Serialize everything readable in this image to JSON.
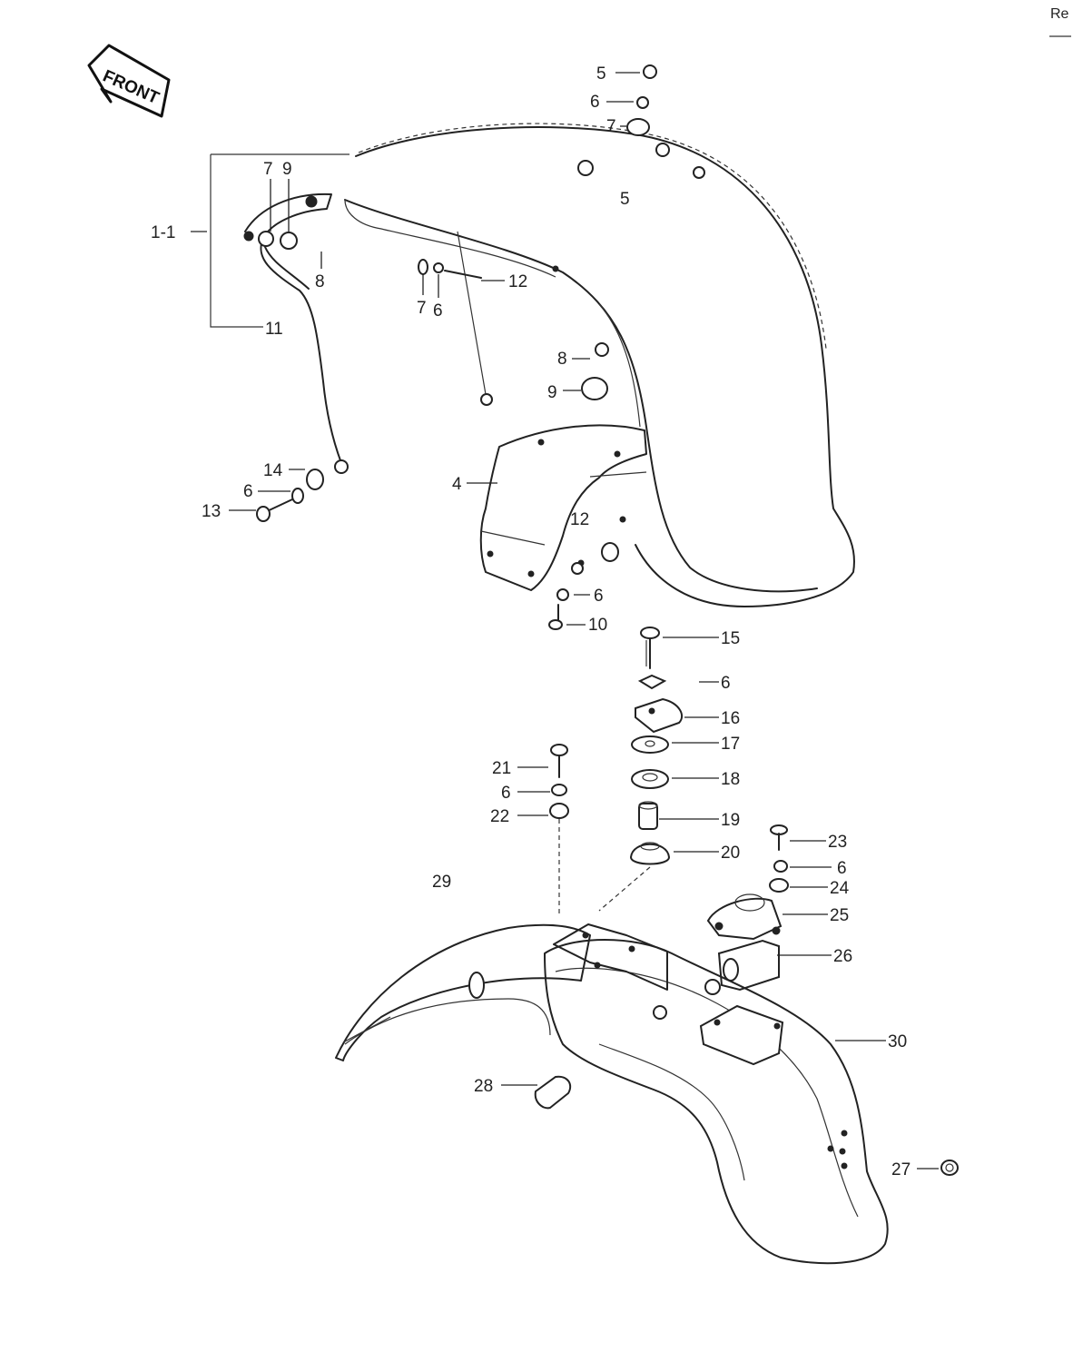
{
  "corner_text": "Re",
  "front_arrow_text": "FRONT",
  "callouts": [
    {
      "id": "c-5-top",
      "text": "5"
    },
    {
      "id": "c-6-top",
      "text": "6"
    },
    {
      "id": "c-7-top",
      "text": "7"
    },
    {
      "id": "c-5-fender",
      "text": "5"
    },
    {
      "id": "c-7-left",
      "text": "7"
    },
    {
      "id": "c-9-left",
      "text": "9"
    },
    {
      "id": "c-1-1",
      "text": "1-1"
    },
    {
      "id": "c-8-left",
      "text": "8"
    },
    {
      "id": "c-11",
      "text": "11"
    },
    {
      "id": "c-12-top",
      "text": "12"
    },
    {
      "id": "c-7-mid",
      "text": "7"
    },
    {
      "id": "c-6-mid",
      "text": "6"
    },
    {
      "id": "c-8-mid",
      "text": "8"
    },
    {
      "id": "c-9-mid",
      "text": "9"
    },
    {
      "id": "c-4",
      "text": "4"
    },
    {
      "id": "c-14",
      "text": "14"
    },
    {
      "id": "c-6-stay",
      "text": "6"
    },
    {
      "id": "c-13",
      "text": "13"
    },
    {
      "id": "c-12-lower",
      "text": "12"
    },
    {
      "id": "c-6-lower",
      "text": "6"
    },
    {
      "id": "c-10",
      "text": "10"
    },
    {
      "id": "c-15",
      "text": "15"
    },
    {
      "id": "c-6-stack",
      "text": "6"
    },
    {
      "id": "c-16",
      "text": "16"
    },
    {
      "id": "c-17",
      "text": "17"
    },
    {
      "id": "c-18",
      "text": "18"
    },
    {
      "id": "c-19",
      "text": "19"
    },
    {
      "id": "c-20",
      "text": "20"
    },
    {
      "id": "c-21",
      "text": "21"
    },
    {
      "id": "c-6-21",
      "text": "6"
    },
    {
      "id": "c-22",
      "text": "22"
    },
    {
      "id": "c-23",
      "text": "23"
    },
    {
      "id": "c-6-23",
      "text": "6"
    },
    {
      "id": "c-24",
      "text": "24"
    },
    {
      "id": "c-25",
      "text": "25"
    },
    {
      "id": "c-26",
      "text": "26"
    },
    {
      "id": "c-29",
      "text": "29"
    },
    {
      "id": "c-30",
      "text": "30"
    },
    {
      "id": "c-28",
      "text": "28"
    },
    {
      "id": "c-27",
      "text": "27"
    }
  ]
}
